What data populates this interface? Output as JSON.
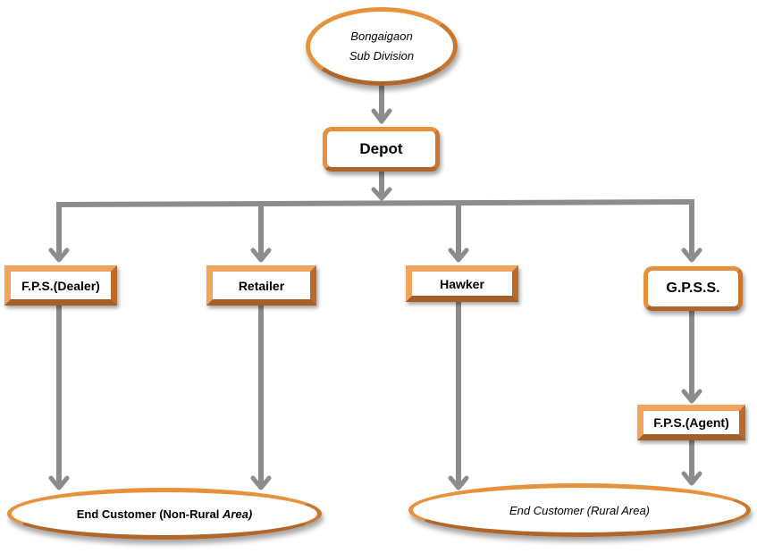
{
  "diagram": {
    "nodes": {
      "root": {
        "line1": "Bongaigaon",
        "line2": "Sub Division"
      },
      "depot": {
        "label": "Depot"
      },
      "fps_dealer": {
        "label": "F.P.S.(Dealer)"
      },
      "retailer": {
        "label": "Retailer"
      },
      "hawker": {
        "label": "Hawker"
      },
      "gpss": {
        "label": "G.P.S.S."
      },
      "fps_agent": {
        "label": "F.P.S.(Agent)"
      },
      "end_nonrural": {
        "label_plain": "End Customer (Non-Rural ",
        "label_italic": "Area)"
      },
      "end_rural": {
        "label": "End Customer (Rural Area)"
      }
    },
    "edges": [
      {
        "from": "Bongaigaon Sub Division",
        "to": "Depot"
      },
      {
        "from": "Depot",
        "to": "F.P.S.(Dealer)"
      },
      {
        "from": "Depot",
        "to": "Retailer"
      },
      {
        "from": "Depot",
        "to": "Hawker"
      },
      {
        "from": "Depot",
        "to": "G.P.S.S."
      },
      {
        "from": "G.P.S.S.",
        "to": "F.P.S.(Agent)"
      },
      {
        "from": "F.P.S.(Dealer)",
        "to": "End Customer (Non-Rural Area)"
      },
      {
        "from": "Retailer",
        "to": "End Customer (Non-Rural Area)"
      },
      {
        "from": "Hawker",
        "to": "End Customer (Rural Area)"
      },
      {
        "from": "F.P.S.(Agent)",
        "to": "End Customer (Rural Area)"
      }
    ],
    "colors": {
      "node_border": "#e8913c",
      "connector": "#8c8c8c"
    }
  }
}
